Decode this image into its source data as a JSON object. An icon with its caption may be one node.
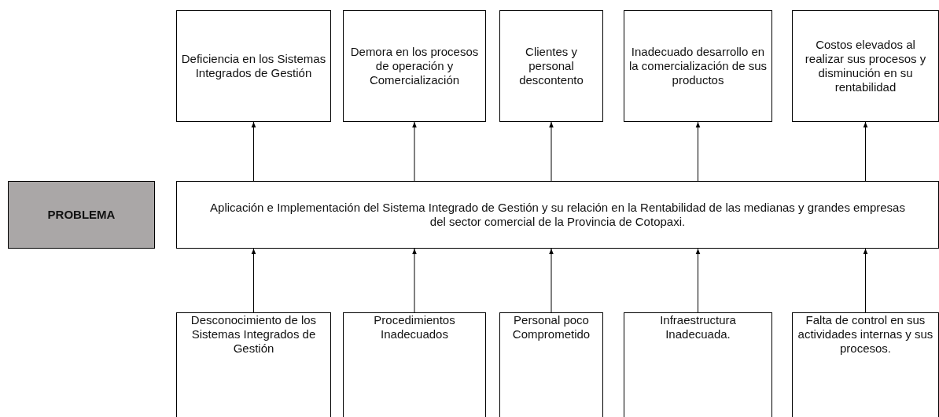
{
  "diagram": {
    "nodes": [
      {
        "text": [
          "Deficiencia en los Sistemas Integrados de Gestión"
        ]
      },
      {
        "text": [
          "Demora en los procesos de operación y Comercialización"
        ]
      },
      {
        "text": [
          "Clientes y personal descontento"
        ]
      },
      {
        "text": [
          "Inadecuado desarrollo en la comercialización de sus productos"
        ]
      },
      {
        "text": [
          "Costos elevados al realizar sus procesos y disminución en su rentabilidad"
        ]
      },
      {
        "text": [
          "PROBLEMA"
        ]
      },
      {
        "text": [
          "Aplicación e Implementación del Sistema Integrado de Gestión y su relación en la Rentabilidad de las medianas y grandes empresas del sector comercial de la Provincia de Cotopaxi."
        ]
      },
      {
        "text": [
          "Desconocimiento de los Sistemas Integrados de Gestión"
        ]
      },
      {
        "text": [
          "Procedimientos Inadecuados"
        ]
      },
      {
        "text": [
          "Personal poco Comprometido"
        ]
      },
      {
        "text": [
          "Infraestructura Inadecuada."
        ]
      },
      {
        "text": [
          "Falta de control en sus actividades internas y sus procesos."
        ]
      }
    ],
    "edges": [
      {
        "from": 6,
        "to": 0,
        "arrow": "to"
      },
      {
        "from": 6,
        "to": 1,
        "arrow": "to"
      },
      {
        "from": 6,
        "to": 2,
        "arrow": "to"
      },
      {
        "from": 6,
        "to": 3,
        "arrow": "to"
      },
      {
        "from": 6,
        "to": 4,
        "arrow": "to"
      },
      {
        "from": 7,
        "to": 6,
        "arrow": "to"
      },
      {
        "from": 8,
        "to": 6,
        "arrow": "to"
      },
      {
        "from": 9,
        "to": 6,
        "arrow": "to"
      },
      {
        "from": 10,
        "to": 6,
        "arrow": "to"
      },
      {
        "from": 11,
        "to": 6,
        "arrow": "to"
      }
    ]
  }
}
